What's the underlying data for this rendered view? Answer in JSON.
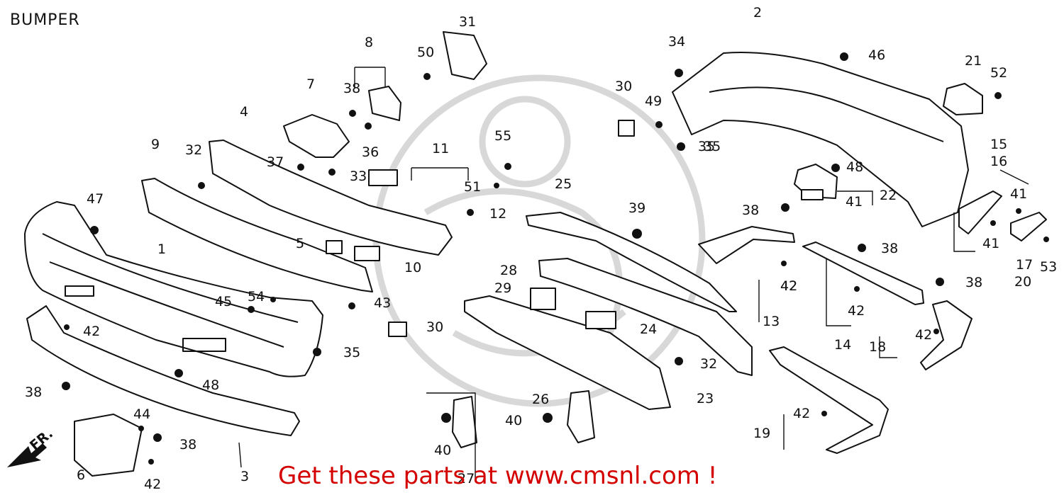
{
  "diagram": {
    "title": "BUMPER",
    "promo_text": "Get these parts at www.cmsnl.com !",
    "front_arrow_label": "FR.",
    "accent_color": "#d40000",
    "watermark_color": "#d8d8d8",
    "callouts": [
      "1",
      "2",
      "3",
      "4",
      "5",
      "6",
      "7",
      "8",
      "9",
      "10",
      "11",
      "12",
      "13",
      "14",
      "15",
      "16",
      "17",
      "18",
      "19",
      "20",
      "21",
      "22",
      "23",
      "24",
      "25",
      "26",
      "27",
      "28",
      "29",
      "30",
      "30",
      "31",
      "32",
      "32",
      "33",
      "34",
      "35",
      "35",
      "35",
      "36",
      "37",
      "38",
      "38",
      "38",
      "38",
      "38",
      "38",
      "39",
      "40",
      "40",
      "41",
      "41",
      "41",
      "42",
      "42",
      "42",
      "42",
      "42",
      "42",
      "42",
      "43",
      "44",
      "45",
      "46",
      "47",
      "48",
      "48",
      "49",
      "50",
      "51",
      "52",
      "53",
      "54",
      "55"
    ]
  }
}
